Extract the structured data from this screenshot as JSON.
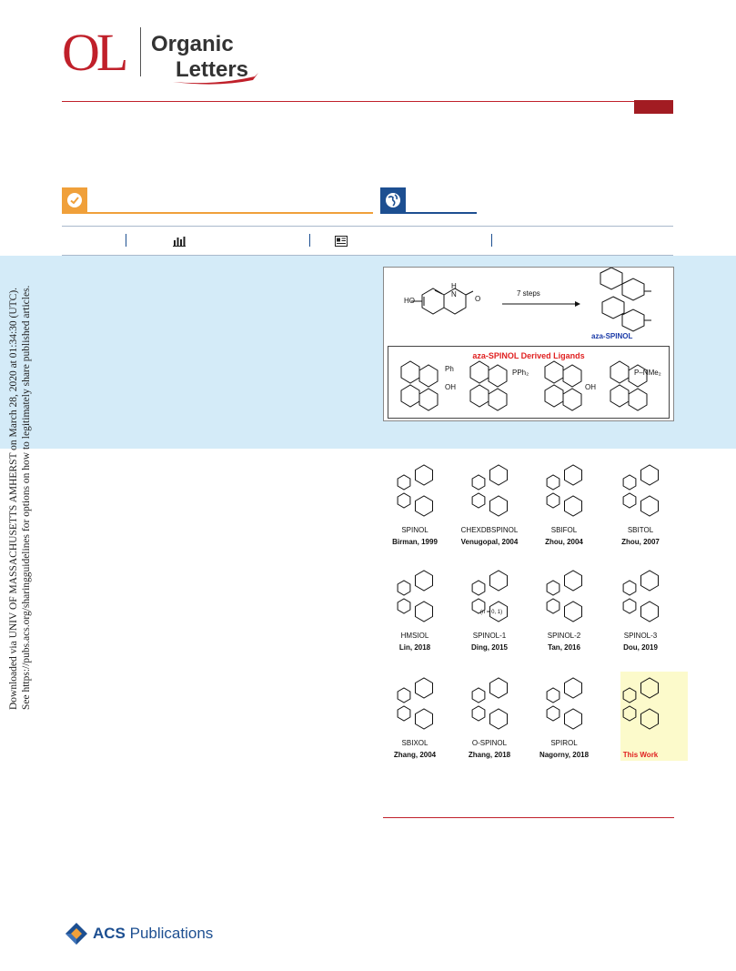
{
  "journal": {
    "logo_mark": "OL",
    "name_line1": "Organic",
    "name_line2": "Letters"
  },
  "sidebar": {
    "line1": "Downloaded via UNIV OF MASSACHUSETTS AMHERST on March 28, 2020 at 01:34:30 (UTC).",
    "line2": "See https://pubs.acs.org/sharingguidelines for options on how to legitimately share published articles."
  },
  "toc_graphic": {
    "reaction_label": "7 steps",
    "substituent_ho": "HO",
    "substituent_nh": "H",
    "substituent_n": "N",
    "substituent_o": "O",
    "product_name": "aza-SPINOL",
    "ligands_title": "aza-SPINOL Derived Ligands",
    "ligand_groups": [
      "Ph",
      "OH",
      "PPh₂",
      "OH",
      "P–NMe₂"
    ]
  },
  "figure": {
    "items": [
      {
        "name": "SPINOL",
        "ref": "Birman, 1999"
      },
      {
        "name": "CHEXDBSPINOL",
        "ref": "Venugopal, 2004"
      },
      {
        "name": "SBIFOL",
        "ref": "Zhou, 2004"
      },
      {
        "name": "SBITOL",
        "ref": "Zhou, 2007"
      },
      {
        "name": "HMSIOL",
        "ref": "Lin, 2018"
      },
      {
        "name": "SPINOL-1",
        "ref": "Ding, 2015"
      },
      {
        "name": "SPINOL-2",
        "ref": "Tan, 2016"
      },
      {
        "name": "SPINOL-3",
        "ref": "Dou, 2019"
      },
      {
        "name": "SBIXOL",
        "ref": "Zhang, 2004"
      },
      {
        "name": "O-SPINOL",
        "ref": "Zhang, 2018"
      },
      {
        "name": "SPIROL",
        "ref": "Nagorny, 2018"
      },
      {
        "name": "",
        "ref": "This Work"
      }
    ],
    "spinol1_note": "(n = 0, 1)"
  },
  "publisher": {
    "name_bold": "ACS",
    "name_rest": " Publications"
  },
  "colors": {
    "brand_red": "#c0202a",
    "accent_orange": "#f0a03a",
    "accent_blue": "#1d4f91",
    "abstract_bg": "#d4ebf8",
    "highlight_yellow": "#fcfacb"
  }
}
